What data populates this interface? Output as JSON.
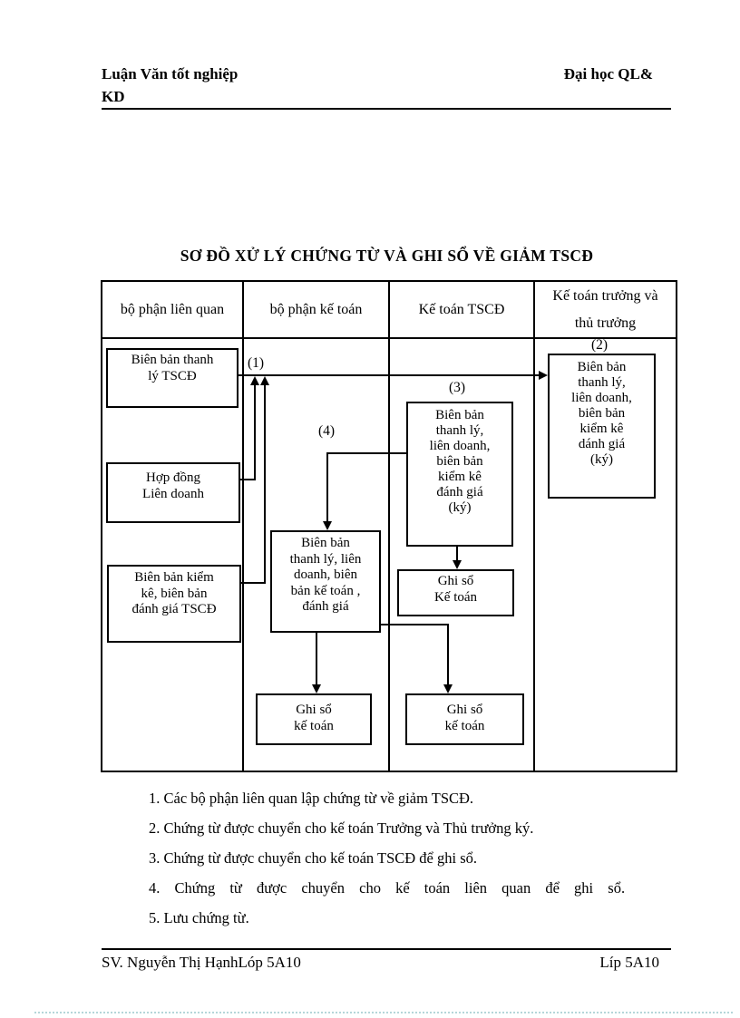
{
  "header": {
    "left_line1": "Luận  Văn tốt nghiệp",
    "left_line2": "KD",
    "right": "Đại học  QL&"
  },
  "title": "SƠ ĐỒ XỬ LÝ  CHỨNG TỪ VÀ  GHI SỔ VỀ GIẢM TSCĐ",
  "diagram": {
    "columns": [
      "bộ phận  liên quan",
      "bộ phận kế toán",
      "Kế toán TSCĐ",
      "Kế toán trưởng và thủ trưởng"
    ],
    "labels": {
      "l1": "(1)",
      "l2": "(2)",
      "l3": "(3)",
      "l4": "(4)"
    },
    "boxes": {
      "lien_quan_thanh_ly": "Biên bản thanh\nlý TSCĐ",
      "hop_dong_lien_doanh": "Hợp đồng\nLiên doanh",
      "bien_ban_kiem_ke": "Biên bản kiểm\nkê, biên bản\nđánh giá TSCĐ",
      "ke_toan_chung_tu": "Biên bản\nthanh lý, liên\ndoanh, biên\nbản kế toán ,\nđánh giá",
      "ghi_so_ke_toan_col2": "Ghi sổ\nkế toán",
      "tscd_chung_tu": "Biên bản\nthanh lý,\nliên doanh,\nbiên bản\nkiểm kê\nđánh  giá\n(ký)",
      "ghi_so_Ke_toan": "Ghi sổ\nKế toán",
      "ghi_so_ke_toan_col3": "Ghi sổ\nkế toán",
      "truong_chung_tu_ky": "Biên  bản\nthanh  lý,\nliên doanh,\nbiên  bản\nkiểm  kê\ndánh  giá\n(ký)"
    }
  },
  "notes": [
    "1. Các bộ phận liên  quan lập chứng từ về giảm  TSCĐ.",
    "2. Chứng từ được chuyển cho kế toán Trưởng và Thủ trưởng ký.",
    "3. Chứng từ được chuyển cho kế toán TSCĐ để ghi sổ.",
    "4. Chứng từ được chuyển cho kế toán liên quan để ghi sổ.",
    "5. Lưu chứng từ."
  ],
  "footer": {
    "left": "SV. Nguyễn  Thị HạnhLóp  5A10",
    "right": "Líp 5A10"
  },
  "colors": {
    "ink": "#000000",
    "paper": "#ffffff",
    "bottom_dotted": "#b5d6d9"
  }
}
